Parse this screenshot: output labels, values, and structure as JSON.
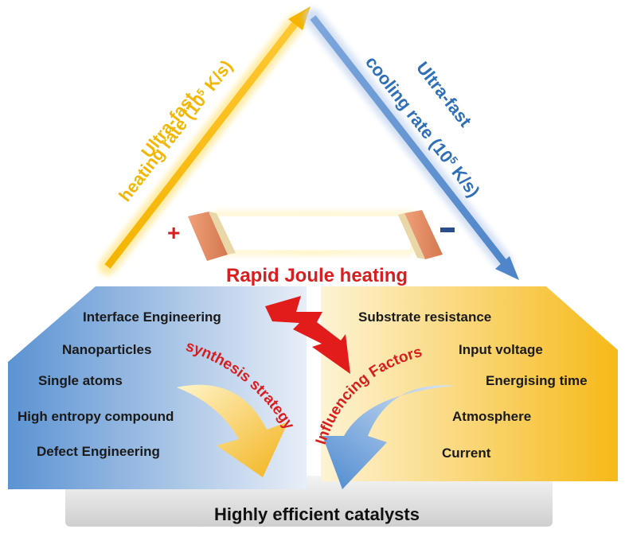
{
  "arrows": {
    "heating": {
      "line1": "Ultra-fast",
      "line2_prefix": "heating rate (10",
      "line2_exp": "5",
      "line2_suffix": " K/s)",
      "color": "#f2b705"
    },
    "cooling": {
      "line1": "Ultra-fast",
      "line2": "cooling rate (10",
      "line2_exp": "5",
      "line2_suffix": " K/s)",
      "color": "#2e6fb7"
    }
  },
  "device": {
    "plus_sign": "+",
    "minus_sign": "-",
    "label": "Rapid Joule heating",
    "label_color": "#d81e1e"
  },
  "left_panel": {
    "items": [
      "Interface Engineering",
      "Nanoparticles",
      "Single atoms",
      "High entropy compound",
      "Defect Engineering"
    ],
    "curved_label": "synthesis strategy",
    "color": "#5b9bd5"
  },
  "right_panel": {
    "items": [
      "Substrate resistance",
      "Input voltage",
      "Energising time",
      "Atmosphere",
      "Current"
    ],
    "curved_label": "Influencing Factors",
    "color": "#f7c430"
  },
  "bottom": {
    "label": "Highly efficient catalysts"
  }
}
